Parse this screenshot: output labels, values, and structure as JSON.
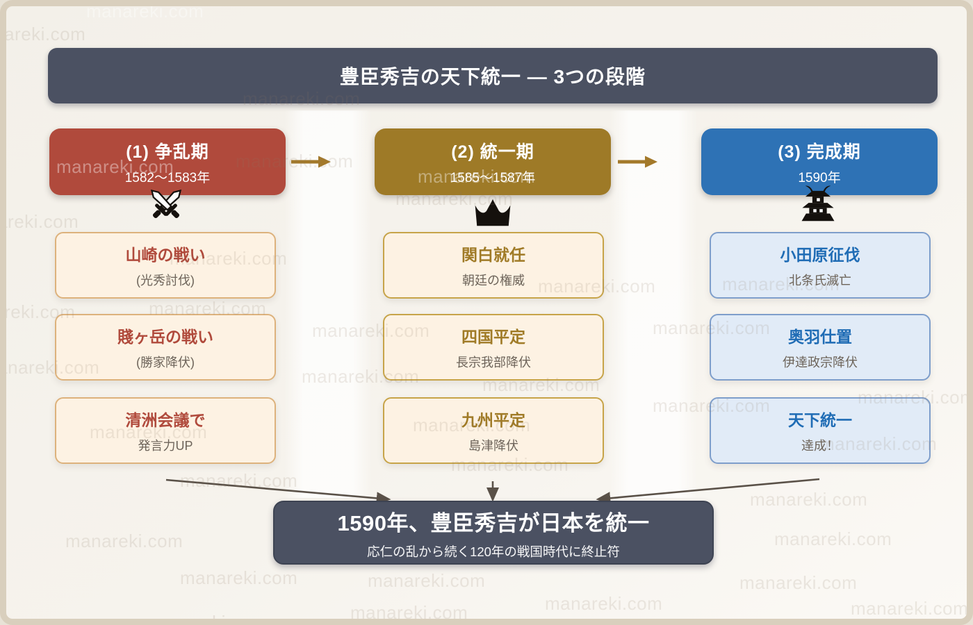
{
  "watermark": {
    "text": "manareki.com"
  },
  "header": {
    "title": "豊臣秀吉の天下統一 ― 3つの段階"
  },
  "phases": [
    {
      "label": "(1) 争乱期",
      "years": "1582〜1583年",
      "icon": "crossed-swords-icon",
      "color": "#b04a3c",
      "cards": [
        {
          "title": "山崎の戦い",
          "subtitle": "(光秀討伐)"
        },
        {
          "title": "賤ヶ岳の戦い",
          "subtitle": "(勝家降伏)"
        },
        {
          "title": "清洲会議で",
          "subtitle": "発言力UP"
        }
      ]
    },
    {
      "label": "(2) 統一期",
      "years": "1585〜1587年",
      "icon": "crown-icon",
      "color": "#9e7a27",
      "cards": [
        {
          "title": "関白就任",
          "subtitle": "朝廷の権威"
        },
        {
          "title": "四国平定",
          "subtitle": "長宗我部降伏"
        },
        {
          "title": "九州平定",
          "subtitle": "島津降伏"
        }
      ]
    },
    {
      "label": "(3) 完成期",
      "years": "1590年",
      "icon": "castle-icon",
      "color": "#2e72b5",
      "cards": [
        {
          "title": "小田原征伐",
          "subtitle": "北条氏滅亡"
        },
        {
          "title": "奥羽仕置",
          "subtitle": "伊達政宗降伏"
        },
        {
          "title": "天下統一",
          "subtitle": "達成！"
        }
      ]
    }
  ],
  "conclusion": {
    "title": "1590年、豊臣秀吉が日本を統一",
    "subtitle": "応仁の乱から続く120年の戦国時代に終止符"
  },
  "colors": {
    "dark_slate": "#4b5162",
    "phase1_red": "#b04a3c",
    "phase2_gold": "#9e7a27",
    "phase3_blue": "#2e72b5",
    "gold_arrow": "#a3792a",
    "converge_arrow": "#5a5148",
    "card_cream": "#fdf2e3",
    "card_blue": "#e1ebf7"
  }
}
